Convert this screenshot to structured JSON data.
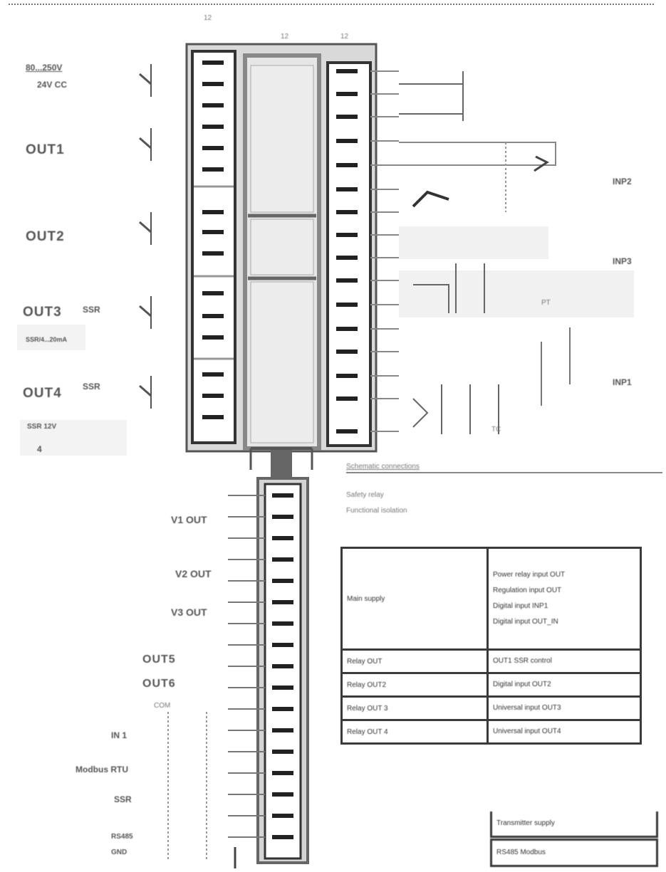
{
  "top_labels": {
    "col1": "12",
    "col2": "12",
    "col3": "12"
  },
  "power": {
    "line1": "80...250V",
    "line2": "24V CC"
  },
  "left_outputs": {
    "out1": "OUT1",
    "out2": "OUT2",
    "out3": "OUT3",
    "out3_note": "SSR/4...20mA",
    "out4": "OUT4",
    "out4_note": "SSR 12V",
    "ssr_label": "SSR",
    "k_label": "4"
  },
  "right_inputs": {
    "inp2": "INP2",
    "inp3": "INP3",
    "inp1": "INP1",
    "pt_label": "PT",
    "tc_label": "TC"
  },
  "legend": {
    "title": "Schematic connections",
    "items": [
      "Safety relay",
      "Functional isolation"
    ]
  },
  "bottom_labels": {
    "v1": "V1 OUT",
    "v2": "V2 OUT",
    "v3": "V3 OUT",
    "out5": "OUT5",
    "out6": "OUT6",
    "com": "COM",
    "in_label": "IN 1",
    "modbus": "Modbus RTU",
    "ssr": "SSR",
    "rs485": "RS485",
    "gnd": "GND"
  },
  "table": {
    "rows": [
      {
        "name": "Main supply",
        "functions": [
          "Power relay input OUT",
          "Regulation input OUT",
          "Digital input INP1",
          "Digital input OUT_IN"
        ]
      },
      {
        "name": "Relay OUT",
        "functions": [
          "OUT1 SSR control"
        ]
      },
      {
        "name": "Relay OUT2",
        "functions": [
          "Digital input OUT2"
        ]
      },
      {
        "name": "Relay OUT 3",
        "functions": [
          "Universal input OUT3"
        ]
      },
      {
        "name": "Relay OUT 4",
        "functions": [
          "Universal input OUT4"
        ]
      }
    ],
    "extra": [
      "Transmitter supply",
      "RS485 Modbus"
    ]
  }
}
